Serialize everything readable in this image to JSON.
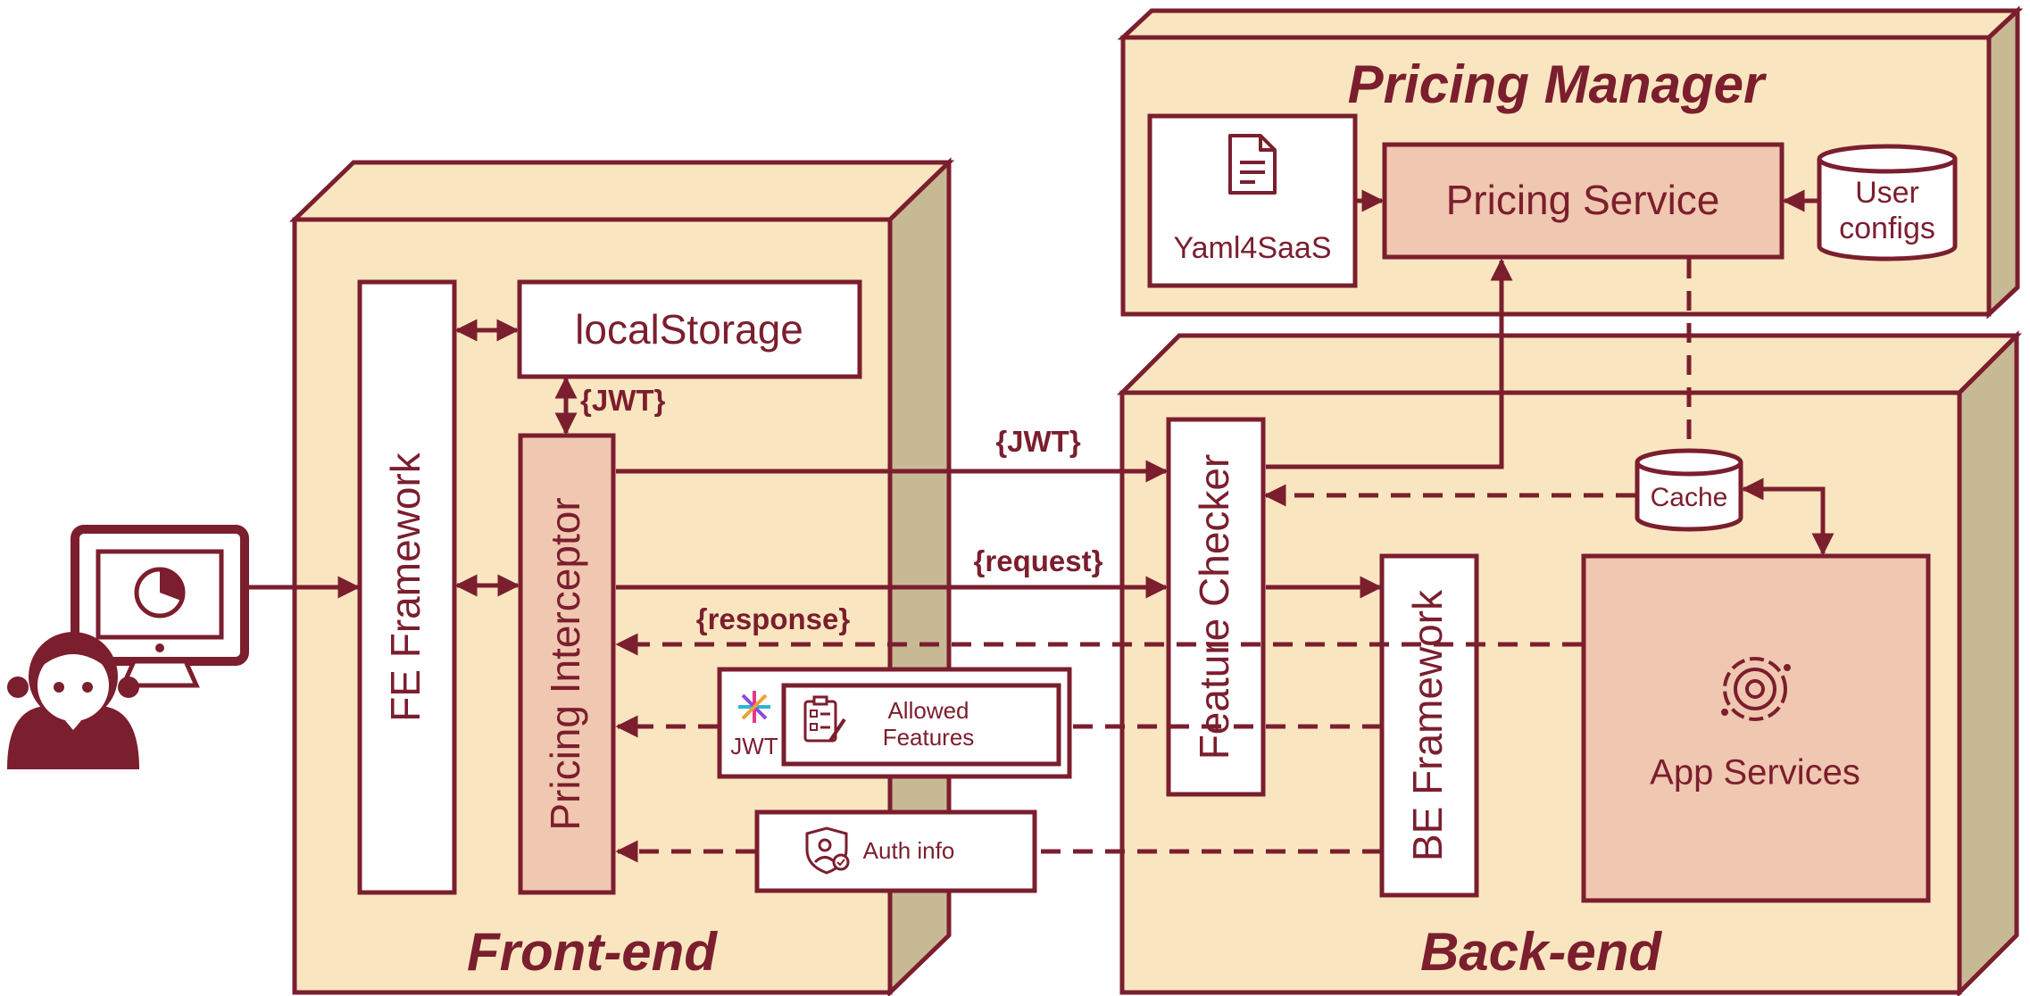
{
  "frontend": {
    "title": "Front-end",
    "fe_framework": "FE Framework",
    "local_storage": "localStorage",
    "pricing_interceptor": "Pricing Interceptor"
  },
  "backend": {
    "title": "Back-end",
    "feature_checker": "Feature Checker",
    "be_framework": "BE Framework",
    "cache": "Cache",
    "app_services": "App Services"
  },
  "pricing_manager": {
    "title": "Pricing Manager",
    "yaml": "Yaml4SaaS",
    "pricing_service": "Pricing Service",
    "user_configs_line1": "User",
    "user_configs_line2": "configs"
  },
  "edges": {
    "jwt_local": "{JWT}",
    "jwt": "{JWT}",
    "request": "{request}",
    "response": "{response}"
  },
  "tokens": {
    "jwt_logo_text": "JWT",
    "allowed_line1": "Allowed",
    "allowed_line2": "Features",
    "auth_info": "Auth info"
  },
  "icons": [
    "user-icon",
    "monitor-icon",
    "document-icon",
    "database-icon",
    "gear-icon",
    "jwt-logo-icon",
    "checklist-icon",
    "shield-user-icon"
  ],
  "colors": {
    "accent": "#7b1e2e",
    "cube_face": "#f9e6c0",
    "cube_side": "#c8b995",
    "highlight_box": "#f0c7b0",
    "white": "#ffffff"
  }
}
